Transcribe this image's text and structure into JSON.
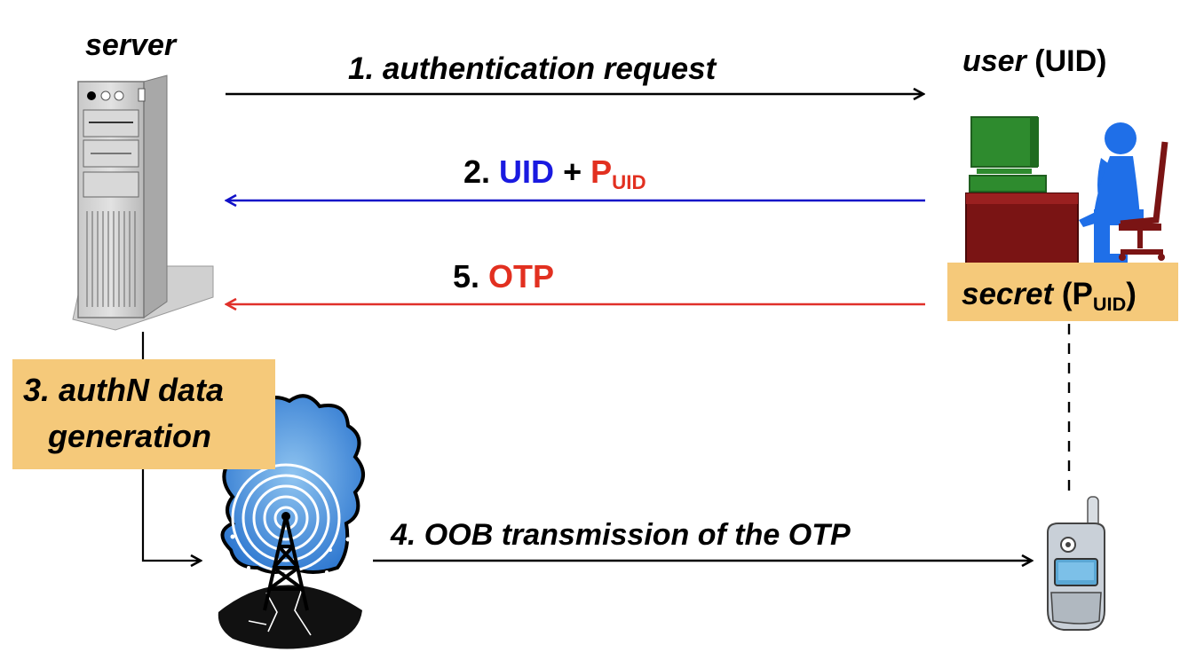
{
  "colors": {
    "black_arrow": "#000000",
    "blue_arrow": "#1010c8",
    "red_arrow": "#e0302a",
    "uid_text": "#1a1ae0",
    "p_text": "#e23020",
    "box_fill": "#f5c97a"
  },
  "labels": {
    "server": "server",
    "user_italic": "user",
    "user_rest": "(UID)",
    "step1": "1. authentication request",
    "step2_prefix": "2.",
    "step2_uid": "UID",
    "step2_plus": "+",
    "step2_p": "P",
    "step2_sub": "UID",
    "step5_prefix": "5.",
    "step5_otp": "OTP",
    "secret_italic": "secret",
    "secret_open": "(P",
    "secret_sub": "UID",
    "secret_close": ")",
    "step3_line1": "3. authN data",
    "step3_line2": "generation",
    "step4": "4. OOB transmission of the OTP"
  },
  "icons": [
    "server-tower-icon",
    "user-at-computer-icon",
    "radio-tower-icon",
    "mobile-phone-icon"
  ]
}
